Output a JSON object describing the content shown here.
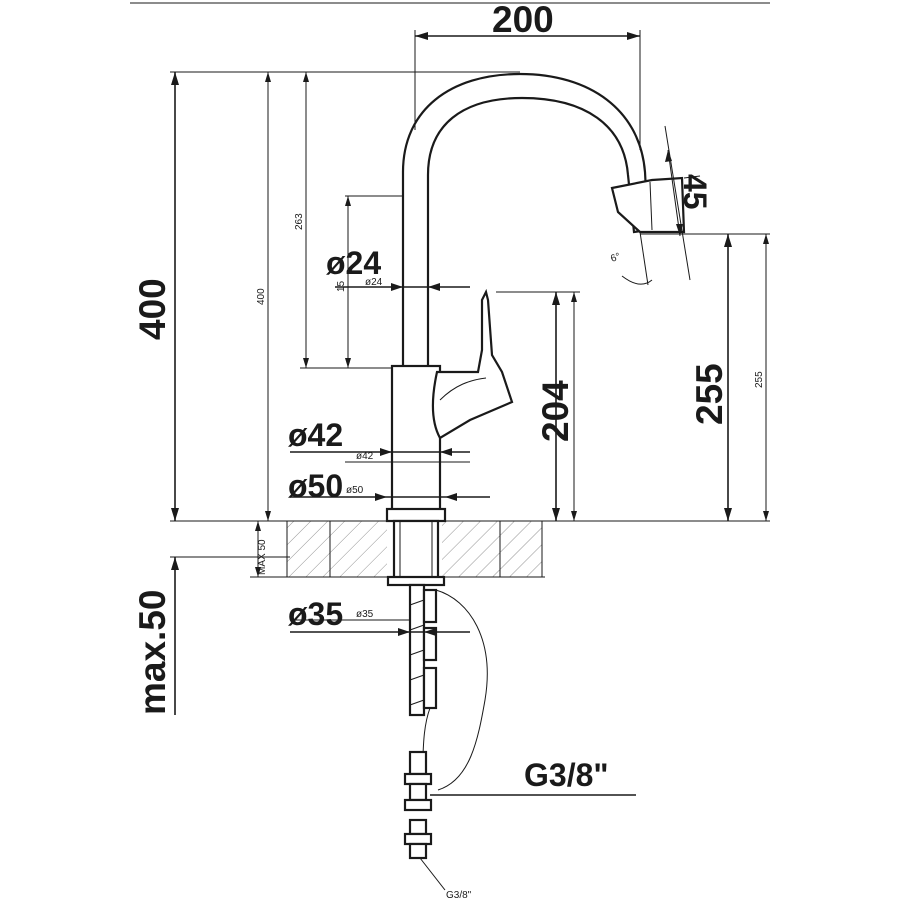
{
  "dimensions": {
    "spout_reach": "200",
    "total_height": "400",
    "total_height_small": "400",
    "spout_height": "263",
    "handle_height": "204",
    "outlet_height": "255",
    "outlet_height_small": "255",
    "head_size": "45",
    "tilt_angle": "6°",
    "spout_diameter": "ø24",
    "spout_diameter_small": "ø24",
    "spout_offset_small": "15",
    "body_diameter": "ø42",
    "body_diameter_small": "ø42",
    "base_diameter": "ø50",
    "base_diameter_small": "ø50",
    "shank_diameter": "ø35",
    "shank_diameter_small": "ø35",
    "deck_thickness": "max.50",
    "deck_thickness_small": "MAX 50",
    "connection": "G3/8\"",
    "connection_small": "G3/8\""
  }
}
